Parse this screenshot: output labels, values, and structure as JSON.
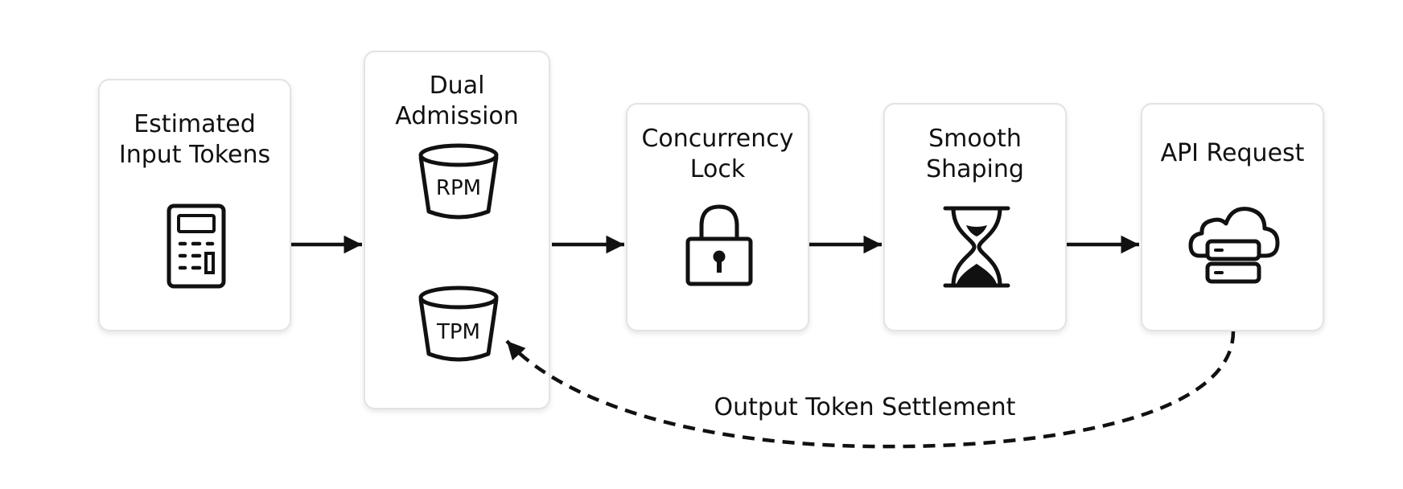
{
  "nodes": {
    "estimated": {
      "line1": "Estimated",
      "line2": "Input Tokens",
      "icon": "calculator-icon"
    },
    "dual": {
      "line1": "Dual",
      "line2": "Admission",
      "rpm": "RPM",
      "tpm": "TPM",
      "icon": "bucket-icon"
    },
    "concurrency": {
      "line1": "Concurrency",
      "line2": "Lock",
      "icon": "padlock-icon"
    },
    "smooth": {
      "line1": "Smooth",
      "line2": "Shaping",
      "icon": "hourglass-icon"
    },
    "api": {
      "line1": "API Request",
      "icon": "cloud-server-icon"
    }
  },
  "feedback": {
    "label": "Output Token Settlement",
    "style": "dashed"
  }
}
